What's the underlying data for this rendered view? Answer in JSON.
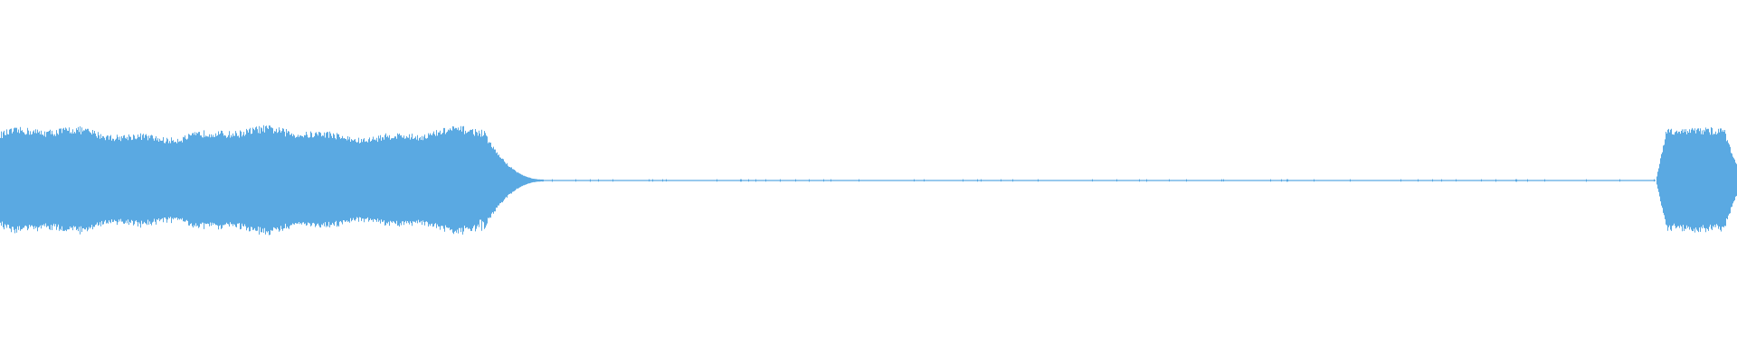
{
  "waveform": {
    "color": "#5aa9e2",
    "background": "#ffffff",
    "description_segments": [
      {
        "segment": "loud-burst-start",
        "amplitude_peak": 0.74,
        "amplitude_body": 0.58
      },
      {
        "segment": "decay",
        "amplitude_peak": 0.05
      },
      {
        "segment": "silence",
        "amplitude_peak": 0.01
      },
      {
        "segment": "loud-burst-end",
        "amplitude_peak": 0.74,
        "amplitude_body": 0.58
      }
    ]
  }
}
